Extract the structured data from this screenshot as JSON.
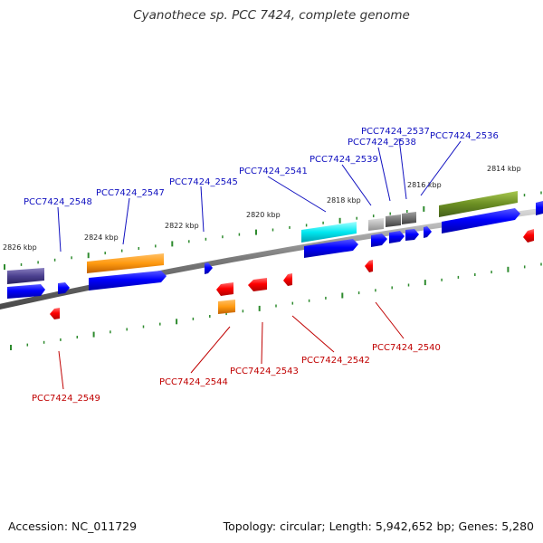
{
  "title": "Cyanothece sp. PCC 7424, complete genome",
  "footer": {
    "accession": "Accession: NC_011729",
    "summary": "Topology: circular; Length: 5,942,652 bp; Genes: 5,280"
  },
  "colors": {
    "backbone": "#808080",
    "forward_label": "#1010c0",
    "reverse_label": "#c00000",
    "tick": "#2e8b2e",
    "cds_forward": "#0000ff",
    "cds_reverse": "#ff0000"
  },
  "scale_labels": [
    "2826 kbp",
    "2824 kbp",
    "2822 kbp",
    "2820 kbp",
    "2818 kbp",
    "2816 kbp",
    "2814 kbp"
  ],
  "forward_gene_labels": [
    "PCC7424_2548",
    "PCC7424_2547",
    "PCC7424_2545",
    "PCC7424_2541",
    "PCC7424_2539",
    "PCC7424_2538",
    "PCC7424_2537",
    "PCC7424_2536"
  ],
  "reverse_gene_labels": [
    "PCC7424_2549",
    "PCC7424_2544",
    "PCC7424_2543",
    "PCC7424_2542",
    "PCC7424_2540"
  ]
}
